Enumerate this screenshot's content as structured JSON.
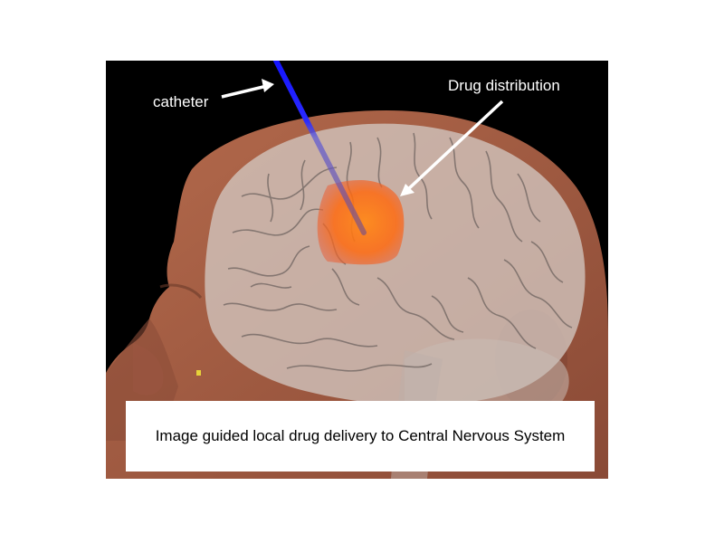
{
  "figure": {
    "labels": {
      "catheter": "catheter",
      "drug_distribution": "Drug distribution"
    },
    "caption": "Image guided local drug delivery to Central Nervous System"
  },
  "colors": {
    "background": "#000000",
    "skin": "#b0644a",
    "brain": "#cdbfb8",
    "catheter": "#1a1aff",
    "drug": "#ff7a1a",
    "arrow": "#ffffff"
  }
}
